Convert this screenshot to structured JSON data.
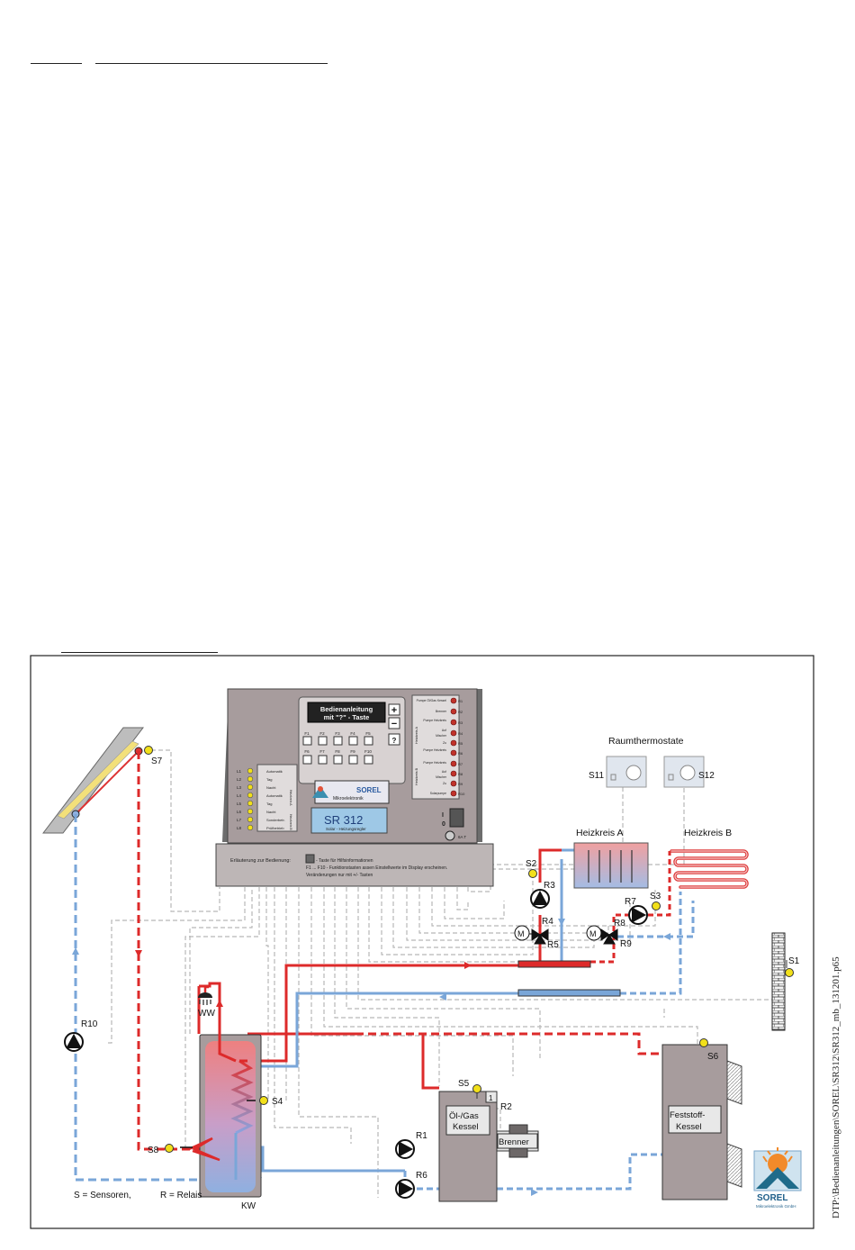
{
  "controller": {
    "display_line1": "Bedienanleitung",
    "display_line2": "mit \"?\" - Taste",
    "function_keys": [
      "F1",
      "F2",
      "F3",
      "F4",
      "F5",
      "F6",
      "F7",
      "F8",
      "F9",
      "F10"
    ],
    "plus_key": "+",
    "minus_key": "−",
    "brand_name": "SOREL",
    "brand_sub": "Mikroelektronik",
    "model": "SR 312",
    "model_sub": "Solar - Heizungsregler",
    "instructions_label": "Erläuterung zur Bedienung:",
    "instructions": [
      "- Taste für Hilfsinformationen",
      "F1 ... F10 - Funktionstasten assen Einstellwerte im Display erscheinen.",
      "Veränderungen nur mit +/- Tasten"
    ],
    "help_key": "?",
    "led_labels": [
      "L1",
      "L2",
      "L3",
      "L4",
      "L5",
      "L6",
      "L7",
      "L8"
    ],
    "mode_items": [
      "Automatik",
      "Tag",
      "Nacht",
      "Automatik",
      "Tag",
      "Nacht",
      "Sonderbetr.",
      "Prüfbetrieb"
    ],
    "heizkreis_a_tag": "Heizkreis A",
    "heizkreis_b_tag": "Heizkreis B",
    "relay_items": [
      "Pumpe Öl/Gas Kessel",
      "Brenner",
      "Pumpe Heizkreis",
      "Auf",
      "Mischer",
      "Zu",
      "Pumpe Heizkreis",
      "Pumpe Heizkreis",
      "Auf",
      "Mischer",
      "Zu",
      "Solarpumpe"
    ],
    "relay_leds": [
      "R1",
      "R2",
      "R3",
      "R4",
      "R5",
      "R6",
      "R7",
      "R8",
      "R9",
      "R10"
    ],
    "switch_on": "I",
    "switch_off": "0",
    "fuse": "6A T"
  },
  "room_thermostats": {
    "title": "Raumthermostate",
    "left": "S11",
    "right": "S12"
  },
  "heating_circuits": {
    "a": "Heizkreis A",
    "b": "Heizkreis B"
  },
  "sensors": [
    "S1",
    "S2",
    "S3",
    "S4",
    "S5",
    "S6",
    "S7",
    "S8"
  ],
  "relays": [
    "R1",
    "R2",
    "R3",
    "R4",
    "R5",
    "R6",
    "R7",
    "R8",
    "R9",
    "R10"
  ],
  "valve_motor": "M",
  "labels": {
    "ww": "WW",
    "kw": "KW",
    "oil_gas_boiler": [
      "Öl-/Gas",
      "Kessel"
    ],
    "burner": "Brenner",
    "solid_fuel_boiler": [
      "Feststoff-",
      "Kessel"
    ],
    "boiler_terminal": "1"
  },
  "legend": {
    "sensors": "S = Sensoren,",
    "relays": "R = Relais"
  },
  "logo": {
    "brand": "SOREL",
    "sub": "Mikroelektronik GmbH"
  },
  "side_note": "DTP:\\Bedienanleitungen\\SOREL\\SR312\\SR312_mb_131201.p65",
  "colors": {
    "hot": "#dd2a2a",
    "cold": "#7aa6d8",
    "signal": "#b8b8b8",
    "housing": "#a79c9d",
    "sensor": "#f2e01a"
  }
}
